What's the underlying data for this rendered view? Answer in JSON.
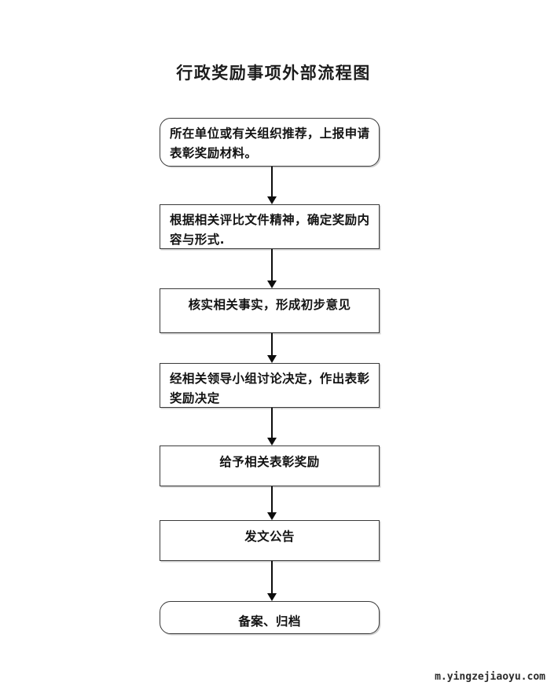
{
  "document": {
    "title": "行政奖励事项外部流程图",
    "watermark": "m.yingzejiaoyu.com"
  },
  "chart_data": {
    "type": "diagram",
    "diagram_kind": "flowchart",
    "orientation": "top-to-bottom",
    "title": "行政奖励事项外部流程图",
    "nodes": [
      {
        "id": "node-0",
        "step": 1,
        "text": "所在单位或有关组织推荐，上报申请表彰奖励材料。",
        "shape": "rounded-rectangle",
        "align": "left"
      },
      {
        "id": "node-1",
        "step": 2,
        "text": "根据相关评比文件精神，确定奖励内容与形式.",
        "shape": "rectangle",
        "align": "left"
      },
      {
        "id": "node-2",
        "step": 3,
        "text": "核实相关事实，形成初步意见",
        "shape": "rectangle",
        "align": "center"
      },
      {
        "id": "node-3",
        "step": 4,
        "text": "经相关领导小组讨论决定，作出表彰奖励决定",
        "shape": "rectangle",
        "align": "left"
      },
      {
        "id": "node-4",
        "step": 5,
        "text": "给予相关表彰奖励",
        "shape": "rectangle",
        "align": "center"
      },
      {
        "id": "node-5",
        "step": 6,
        "text": "发文公告",
        "shape": "rectangle",
        "align": "center"
      },
      {
        "id": "node-6",
        "step": 7,
        "text": "备案、归档",
        "shape": "rounded-rectangle",
        "align": "center"
      }
    ],
    "edges": [
      {
        "from": "node-0",
        "to": "node-1",
        "style": "arrow-down"
      },
      {
        "from": "node-1",
        "to": "node-2",
        "style": "arrow-down"
      },
      {
        "from": "node-2",
        "to": "node-3",
        "style": "arrow-down"
      },
      {
        "from": "node-3",
        "to": "node-4",
        "style": "arrow-down"
      },
      {
        "from": "node-4",
        "to": "node-5",
        "style": "arrow-down"
      },
      {
        "from": "node-5",
        "to": "node-6",
        "style": "arrow-down"
      }
    ],
    "colors": {
      "background": "#ffffff",
      "node_border": "#3a3a3a",
      "node_fill": "#ffffff",
      "text": "#131313",
      "arrow": "#0d0d0d"
    }
  }
}
